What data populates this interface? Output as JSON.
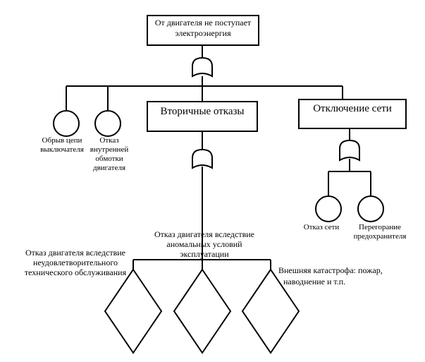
{
  "top_event": {
    "line1": "От двигателя не поступает",
    "line2": "электроэнергия"
  },
  "secondary_failures": {
    "label": "Вторичные отказы"
  },
  "grid_disconnect": {
    "label": "Отключение сети"
  },
  "circuit_break": {
    "line1": "Обрыв цепи",
    "line2": "выключателя"
  },
  "winding_failure": {
    "line1": "Отказ",
    "line2": "внутренней",
    "line3": "обмотки",
    "line4": "двигателя"
  },
  "grid_failure": {
    "label": "Отказ сети"
  },
  "fuse_blowout": {
    "line1": "Перегорание",
    "line2": "предохранителя"
  },
  "maintenance_failure": {
    "line1": "Отказ двигателя вследствие",
    "line2": "неудовлетворительного",
    "line3": "технического обслуживания"
  },
  "abnormal_conditions": {
    "line1": "Отказ двигателя вследствие",
    "line2": "аномальных условий",
    "line3": "эксплуатации"
  },
  "external_catastrophe": {
    "line1": "Внешняя катастрофа: пожар,",
    "line2": "наводнение и т.п."
  }
}
